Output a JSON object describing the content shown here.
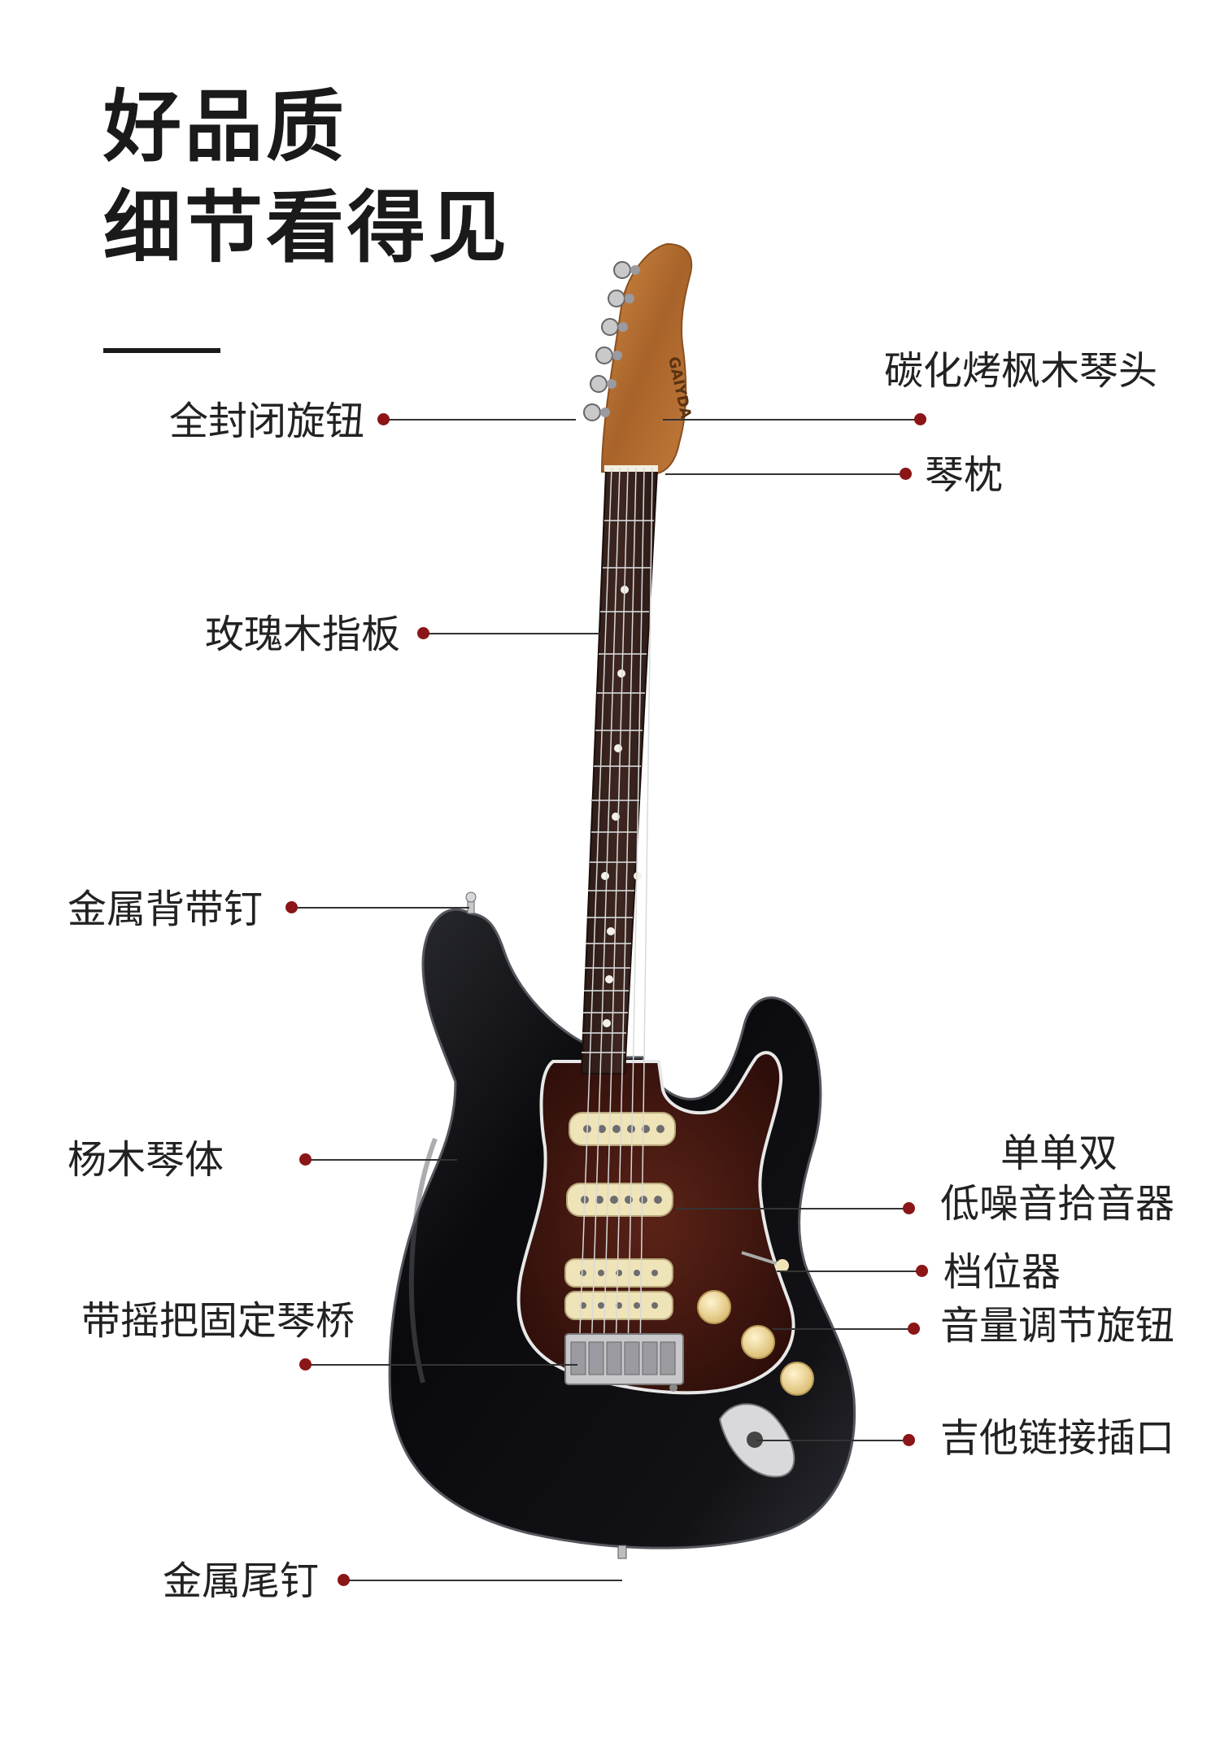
{
  "title": {
    "line1": "好品质",
    "line2": "细节看得见"
  },
  "brand": "GAIYDA",
  "colors": {
    "accent_dot": "#8b1517",
    "body": "#0d0d10",
    "pickguard": "#4a1a14",
    "headstock": "#b97435",
    "pickup": "#efe3b8"
  },
  "labels": {
    "tuners": "全封闭旋钮",
    "headstock": "碳化烤枫木琴头",
    "nut": "琴枕",
    "fretboard": "玫瑰木指板",
    "strap_pin": "金属背带钉",
    "body_wood": "杨木琴体",
    "pickups_line1": "单单双",
    "pickups_line2": "低噪音拾音器",
    "selector": "档位器",
    "volume_knob": "音量调节旋钮",
    "bridge": "带摇把固定琴桥",
    "jack": "吉他链接插口",
    "tail_pin": "金属尾钉"
  }
}
